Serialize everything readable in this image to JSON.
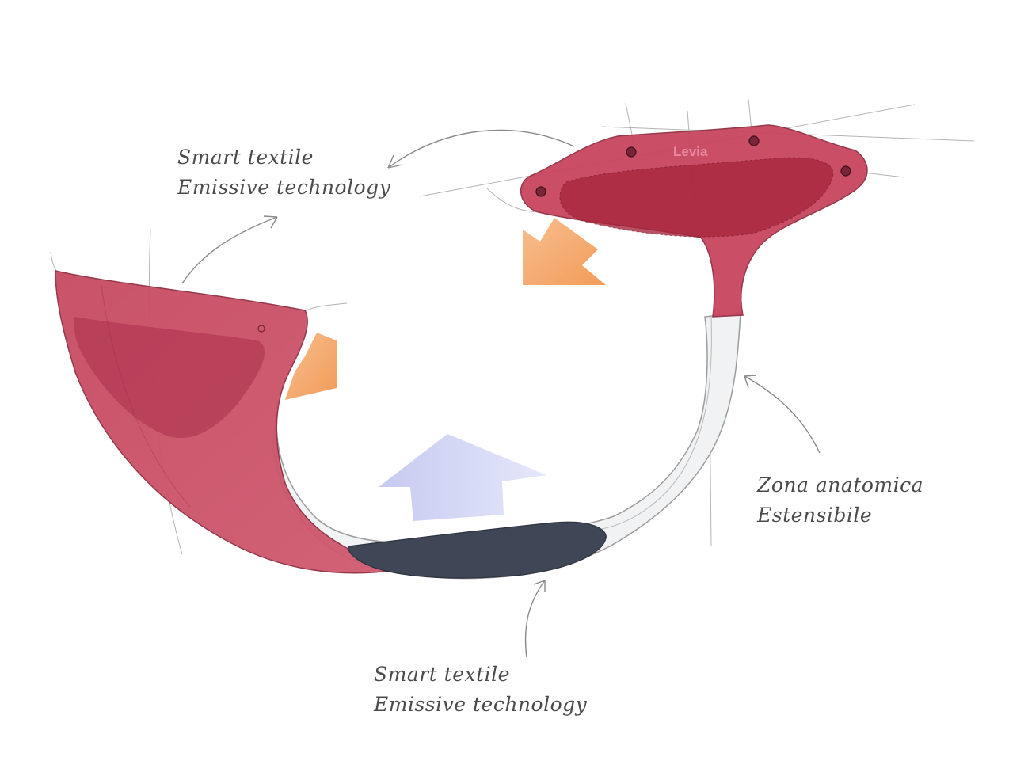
{
  "annotations": {
    "top_left": {
      "line1": "Smart textile",
      "line2": "Emissive technology"
    },
    "right": {
      "line1": "Zona anatomica",
      "line2": "Estensibile"
    },
    "bottom": {
      "line1": "Smart textile",
      "line2": "Emissive technology"
    }
  },
  "brand_mark": "Levia",
  "colors": {
    "textile_red": "#c9475f",
    "textile_dark_red": "#a8263c",
    "dark_pad": "#3f4756",
    "orange_arrow": "#f3a35e",
    "blue_arrow": "#c9cdf0",
    "sketch_line": "#8a8a8a"
  }
}
